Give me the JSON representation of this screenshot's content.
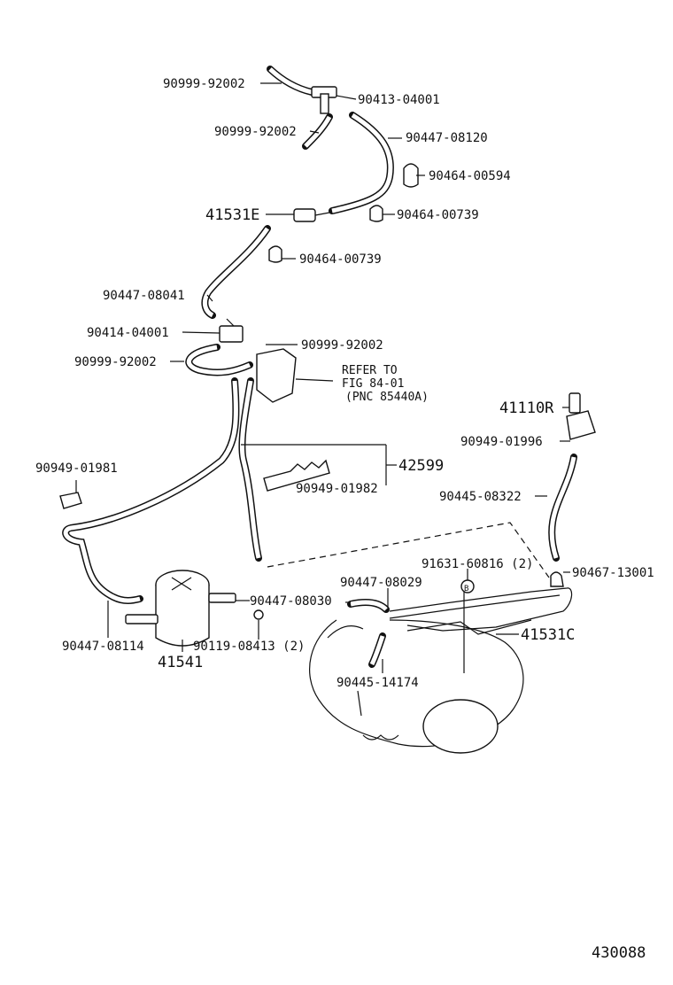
{
  "diagram": {
    "labels": [
      {
        "id": "l1",
        "text": "90999-92002"
      },
      {
        "id": "l2",
        "text": "90413-04001"
      },
      {
        "id": "l3",
        "text": "90999-92002"
      },
      {
        "id": "l4",
        "text": "90447-08120"
      },
      {
        "id": "l5",
        "text": "90464-00594"
      },
      {
        "id": "l6",
        "text": "41531E"
      },
      {
        "id": "l7",
        "text": "90464-00739"
      },
      {
        "id": "l8",
        "text": "90464-00739"
      },
      {
        "id": "l9",
        "text": "90447-08041"
      },
      {
        "id": "l10",
        "text": "90414-04001"
      },
      {
        "id": "l11",
        "text": "90999-92002"
      },
      {
        "id": "l12",
        "text": "90999-92002"
      },
      {
        "id": "l13",
        "text": "REFER TO"
      },
      {
        "id": "l14",
        "text": "FIG 84-01"
      },
      {
        "id": "l15",
        "text": "(PNC 85440A)"
      },
      {
        "id": "l16",
        "text": "41110R"
      },
      {
        "id": "l17",
        "text": "90949-01996"
      },
      {
        "id": "l18",
        "text": "90949-01981"
      },
      {
        "id": "l19",
        "text": "42599"
      },
      {
        "id": "l20",
        "text": "90949-01982"
      },
      {
        "id": "l21",
        "text": "90445-08322"
      },
      {
        "id": "l22",
        "text": "91631-60816 (2)"
      },
      {
        "id": "l23",
        "text": "90467-13001"
      },
      {
        "id": "l24",
        "text": "90447-08029"
      },
      {
        "id": "l25",
        "text": "90447-08030"
      },
      {
        "id": "l26",
        "text": "41531C"
      },
      {
        "id": "l27",
        "text": "90447-08114"
      },
      {
        "id": "l28",
        "text": "90119-08413 (2)"
      },
      {
        "id": "l29",
        "text": "41541"
      },
      {
        "id": "l30",
        "text": "90445-14174"
      },
      {
        "id": "l31",
        "text": "B"
      }
    ],
    "figure_number": "430088"
  }
}
